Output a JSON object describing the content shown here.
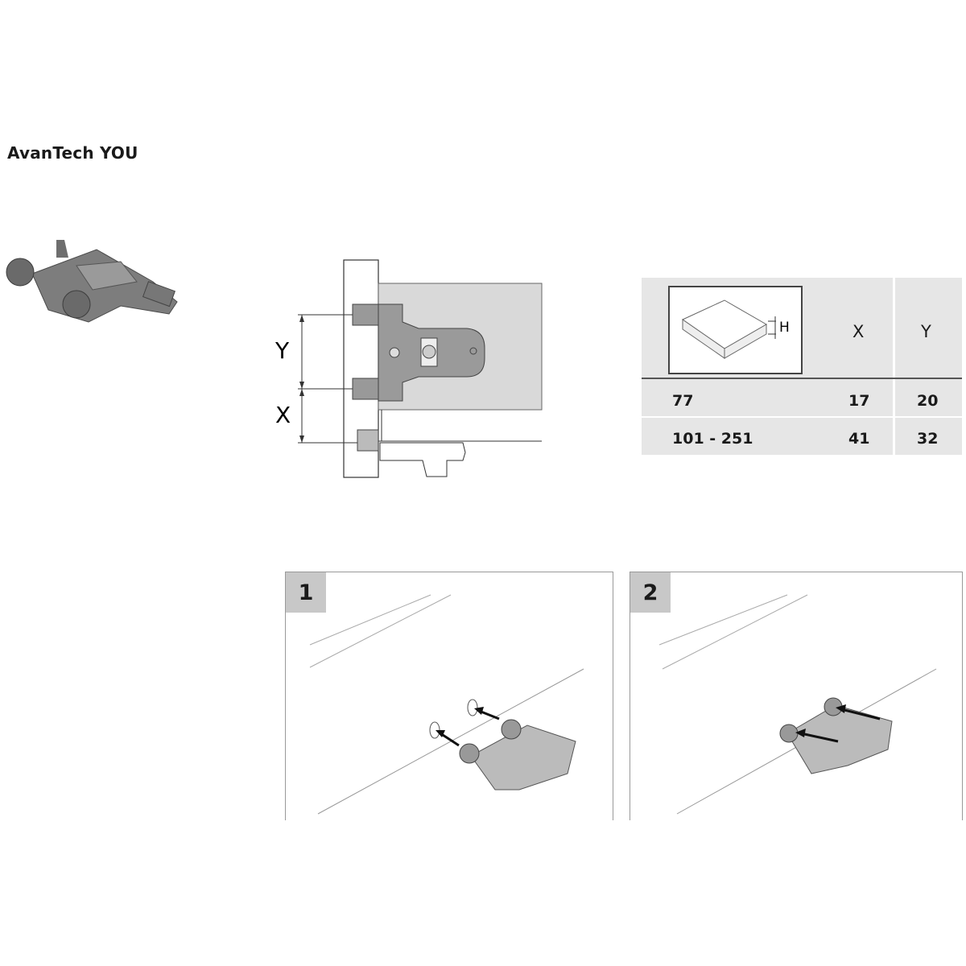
{
  "title": "AvanTech YOU",
  "dimension_diagram": {
    "label_y": "Y",
    "label_x": "X"
  },
  "table": {
    "header_icon": "drawer-height-icon",
    "header_icon_label": "H",
    "columns": [
      "X",
      "Y"
    ],
    "rows": [
      {
        "h": "77",
        "x": "17",
        "y": "20"
      },
      {
        "h": "101 - 251",
        "x": "41",
        "y": "32"
      }
    ]
  },
  "steps": [
    {
      "number": "1"
    },
    {
      "number": "2"
    }
  ],
  "colors": {
    "table_bg": "#e6e6e6",
    "part_gray": "#8a8a8a",
    "step_badge": "#c8c8c8",
    "panel_fill": "#d9d9d9"
  }
}
